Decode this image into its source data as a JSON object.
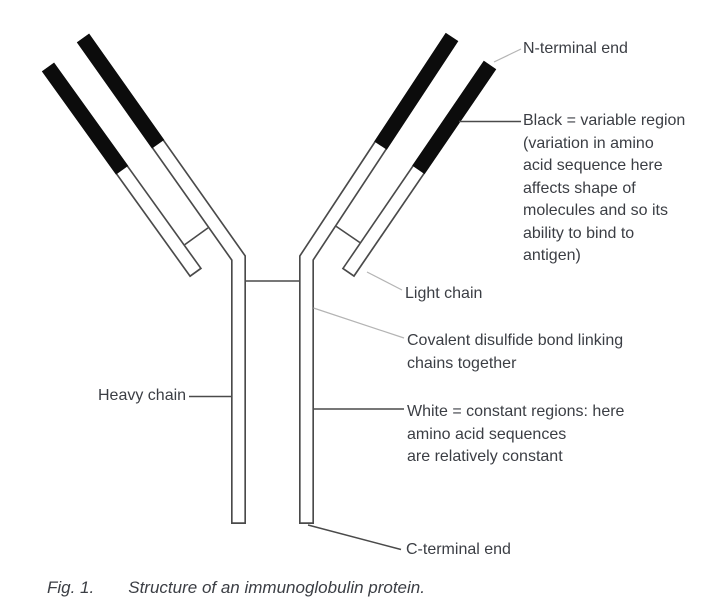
{
  "colors": {
    "background": "#ffffff",
    "bar_outline": "#4a4a4a",
    "variable_region_fill": "#0c0c0c",
    "constant_region_fill": "#ffffff",
    "bond_line": "#4a4a4a",
    "leader_dark": "#4a4a4a",
    "leader_light": "#b4b4b4",
    "text": "#3b3e44"
  },
  "diagram": {
    "title_hidden": "Y-shaped immunoglobulin structure: two heavy chains forming the stem and arms, two shorter light chains parallel to the arms, black tips marking variable regions",
    "labels": {
      "n_terminal": "N-terminal end",
      "variable_region": "Black = variable region\n(variation in amino\nacid sequence here\naffects shape of\nmolecules and so its\nability to bind to\nantigen)",
      "light_chain": "Light chain",
      "disulfide_bond": "Covalent disulfide bond linking\nchains together",
      "heavy_chain": "Heavy chain",
      "constant_region": "White = constant regions: here\namino acid sequences\nare relatively constant",
      "c_terminal": "C-terminal end"
    }
  },
  "caption": {
    "prefix": "Fig. 1.",
    "text": "Structure of an immunoglobulin protein."
  }
}
